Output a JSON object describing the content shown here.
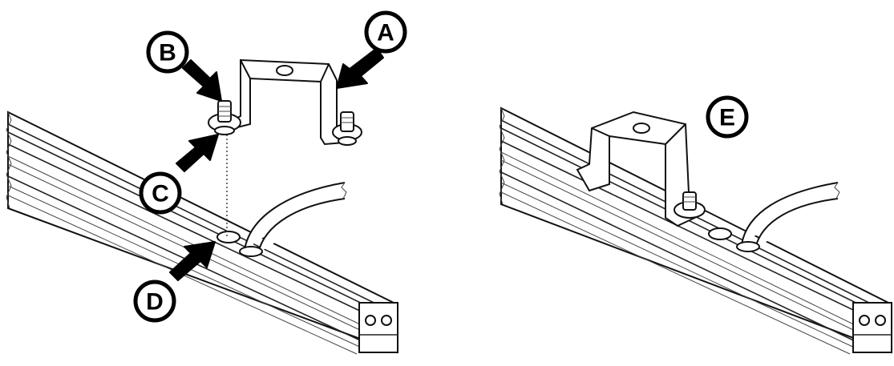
{
  "diagram": {
    "colors": {
      "line": "#111111",
      "fill": "#ffffff",
      "callout": "#000000"
    },
    "callouts": [
      {
        "id": "A",
        "label": "A"
      },
      {
        "id": "B",
        "label": "B"
      },
      {
        "id": "C",
        "label": "C"
      },
      {
        "id": "D",
        "label": "D"
      },
      {
        "id": "E",
        "label": "E"
      }
    ]
  }
}
